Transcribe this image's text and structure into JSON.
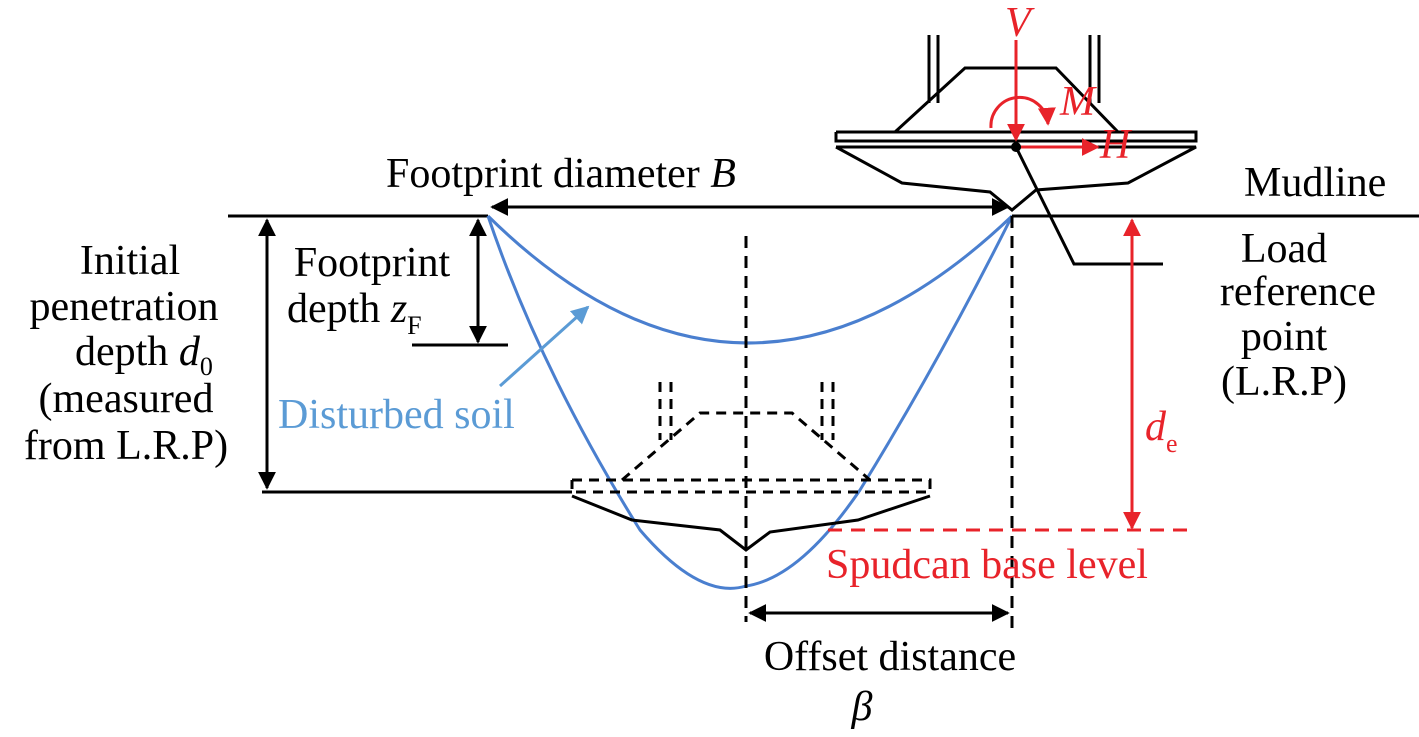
{
  "colors": {
    "black": "#000000",
    "red": "#e8232a",
    "blue": "#4a7fcf",
    "light_blue": "#5b9bd5"
  },
  "labels": {
    "footprint_diameter": "Footprint diameter ",
    "footprint_diameter_symbol": "B",
    "mudline": "Mudline",
    "initial_line1": "Initial",
    "initial_line2": "penetration",
    "initial_line3": "depth ",
    "initial_symbol": "d",
    "initial_subscript": "0",
    "initial_line4": "(measured",
    "initial_line5": "from L.R.P)",
    "footprint_depth_line1": "Footprint",
    "footprint_depth_line2": "depth ",
    "footprint_depth_symbol": "z",
    "footprint_depth_subscript": "F",
    "disturbed_soil": "Disturbed soil",
    "lrp_line1": "Load",
    "lrp_line2": "reference",
    "lrp_line3": "point",
    "lrp_line4": "(L.R.P)",
    "de_symbol": "d",
    "de_subscript": "e",
    "spudcan_base_level": "Spudcan base level",
    "offset_line1": "Offset distance",
    "offset_symbol": "β",
    "load_V": "V",
    "load_M": "M",
    "load_H": "H"
  }
}
